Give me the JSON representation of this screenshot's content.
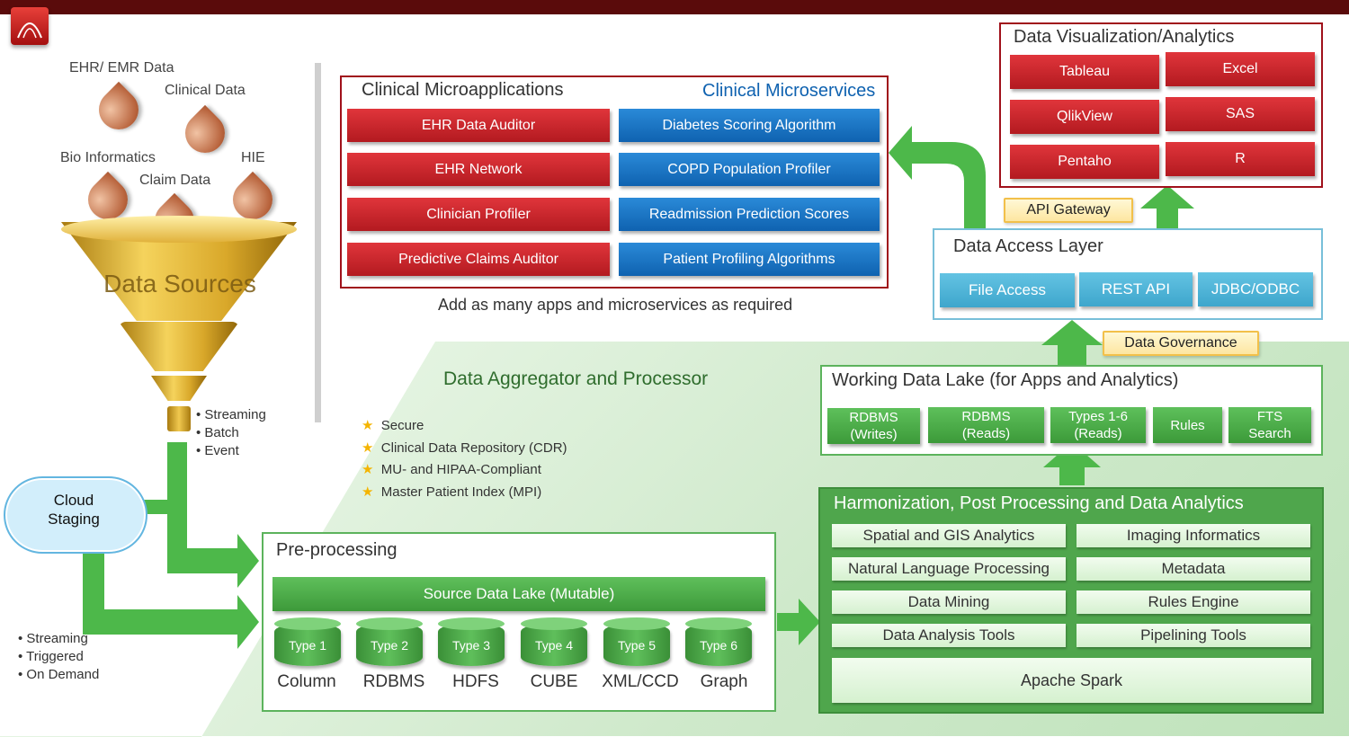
{
  "data_sources": {
    "title": "Data Sources",
    "drops": [
      "EHR/ EMR Data",
      "Clinical Data",
      "Bio Informatics",
      "HIE",
      "Claim Data"
    ],
    "ingest_modes": [
      "Streaming",
      "Batch",
      "Event"
    ]
  },
  "cloud": {
    "line1": "Cloud",
    "line2": "Staging"
  },
  "cloud_modes": [
    "Streaming",
    "Triggered",
    "On Demand"
  ],
  "micro": {
    "apps_title": "Clinical Microapplications",
    "services_title": "Clinical Microservices",
    "apps": [
      "EHR Data Auditor",
      "EHR Network",
      "Clinician Profiler",
      "Predictive Claims Auditor"
    ],
    "services": [
      "Diabetes Scoring Algorithm",
      "COPD Population Profiler",
      "Readmission Prediction Scores",
      "Patient Profiling Algorithms"
    ],
    "note": "Add as many apps and microservices as required"
  },
  "viz": {
    "title": "Data Visualization/Analytics",
    "tools": [
      "Tableau",
      "Excel",
      "QlikView",
      "SAS",
      "Pentaho",
      "R"
    ]
  },
  "api_gateway": "API Gateway",
  "data_access": {
    "title": "Data Access Layer",
    "items": [
      "File Access",
      "REST API",
      "JDBC/ODBC"
    ]
  },
  "data_governance": "Data Governance",
  "aggregator": {
    "title": "Data Aggregator and Processor",
    "features": [
      "Secure",
      "Clinical Data Repository (CDR)",
      "MU- and HIPAA-Compliant",
      "Master Patient Index (MPI)"
    ]
  },
  "working_lake": {
    "title": "Working Data Lake (for Apps and Analytics)",
    "items": [
      [
        "RDBMS",
        "(Writes)"
      ],
      [
        "RDBMS",
        "(Reads)"
      ],
      [
        "Types 1-6",
        "(Reads)"
      ],
      [
        "Rules",
        ""
      ],
      [
        "FTS",
        "Search"
      ]
    ]
  },
  "harmonization": {
    "title": "Harmonization, Post Processing and Data Analytics",
    "items": [
      "Spatial and GIS Analytics",
      "Imaging Informatics",
      "Natural Language Processing",
      "Metadata",
      "Data Mining",
      "Rules Engine",
      "Data Analysis Tools",
      "Pipelining Tools"
    ],
    "engine": "Apache Spark"
  },
  "preprocessing": {
    "title": "Pre-processing",
    "lake": "Source Data Lake (Mutable)",
    "types": [
      "Type 1",
      "Type 2",
      "Type 3",
      "Type 4",
      "Type 5",
      "Type 6"
    ],
    "formats": [
      "Column",
      "RDBMS",
      "HDFS",
      "CUBE",
      "XML/CCD",
      "Graph"
    ]
  },
  "colors": {
    "accent_red": "#b31a20",
    "accent_blue": "#0f62b0",
    "accent_green": "#4fa64c",
    "top_bar": "#5a0b0b"
  }
}
